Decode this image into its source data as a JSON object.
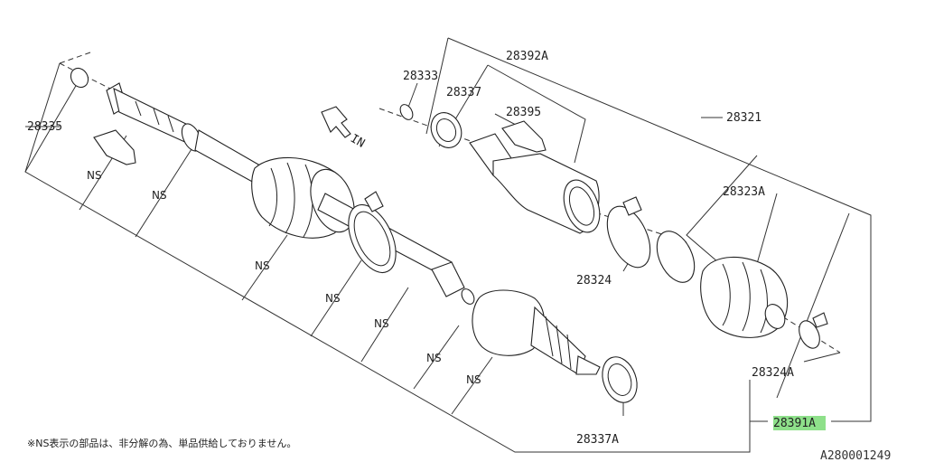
{
  "diagram": {
    "direction_label": "IN",
    "ns_label": "NS",
    "highlight_color": "#8ee08a",
    "labels": {
      "p28335": "28335",
      "p28333": "28333",
      "p28337": "28337",
      "p28392A": "28392A",
      "p28395": "28395",
      "p28321": "28321",
      "p28323A": "28323A",
      "p28324": "28324",
      "p28324A": "28324A",
      "p28391A": "28391A",
      "p28337A": "28337A"
    },
    "footnote": "※NS表示の部品は、非分解の為、単品供給しておりません。",
    "part_number": "A280001249"
  }
}
